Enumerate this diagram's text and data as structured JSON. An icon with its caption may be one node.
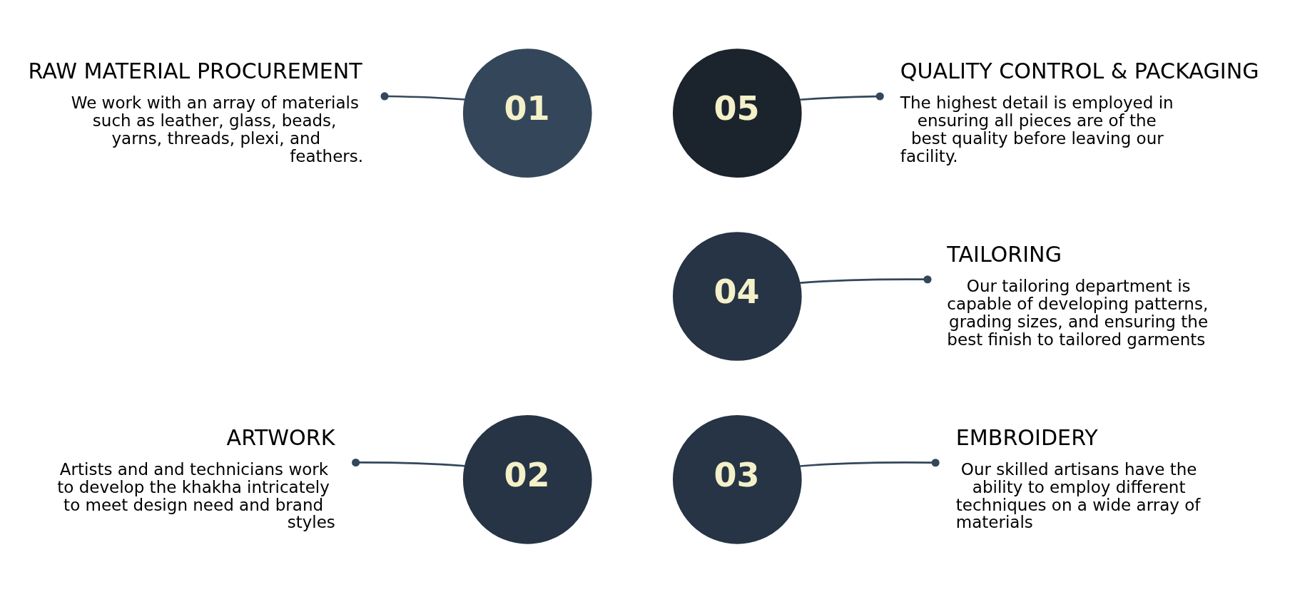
{
  "diagram": {
    "nodes": [
      {
        "text": [
          "01"
        ]
      },
      {
        "text": [
          "02"
        ]
      },
      {
        "text": [
          "03"
        ]
      },
      {
        "text": [
          "04"
        ]
      },
      {
        "text": [
          "05"
        ]
      },
      {
        "text": [
          "RAW MATERIAL PROCUREMENT",
          "We work with an array of materials such as leather, glass, beads, yarns, threads, plexi, and feathers."
        ]
      },
      {
        "text": [
          "ARTWORK",
          "Artists and and technicians work to develop the khakha intricately to meet design need and brand styles"
        ]
      },
      {
        "text": [
          "EMBROIDERY",
          "Our skilled artisans have the ability to employ different techniques on a wide array of materials"
        ]
      },
      {
        "text": [
          "TAILORING",
          "Our tailoring department is capable of developing patterns, grading sizes, and ensuring the best finish to tailored garments"
        ]
      },
      {
        "text": [
          "QUALITY CONTROL & PACKAGING",
          "The highest detail is employed in ensuring all pieces are of the best quality before leaving our facility."
        ]
      }
    ],
    "edges": [
      {
        "from": 5,
        "to": 0,
        "arrow": "other"
      },
      {
        "from": 6,
        "to": 1,
        "arrow": "other"
      },
      {
        "from": 7,
        "to": 2,
        "arrow": "other"
      },
      {
        "from": 8,
        "to": 3,
        "arrow": "other"
      },
      {
        "from": 9,
        "to": 4,
        "arrow": "other"
      }
    ]
  }
}
